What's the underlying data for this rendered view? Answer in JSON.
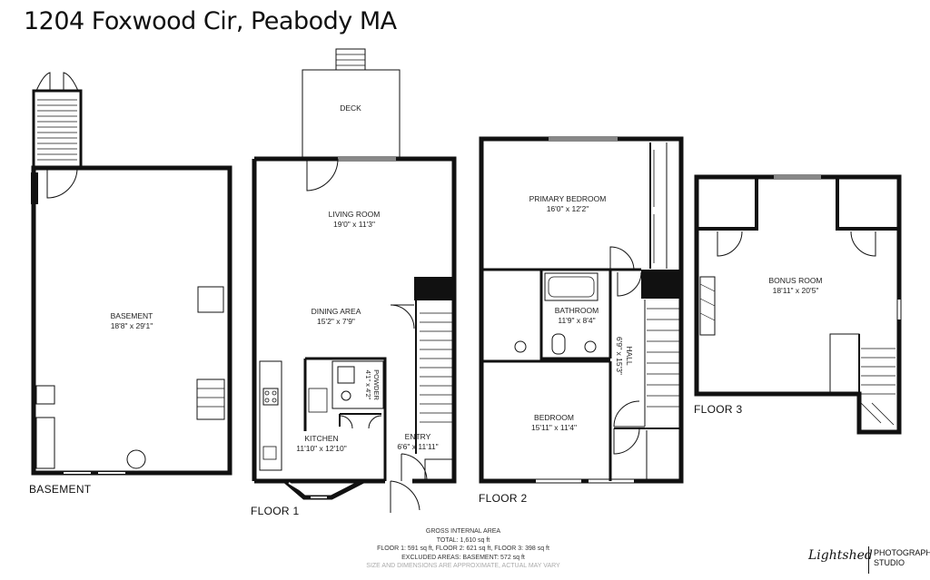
{
  "title": "1204 Foxwood Cir, Peabody MA",
  "floors": {
    "basement": "BASEMENT",
    "floor1": "FLOOR 1",
    "floor2": "FLOOR 2",
    "floor3": "FLOOR 3"
  },
  "rooms": {
    "basement": {
      "name": "BASEMENT",
      "dims": "18'8\" x 29'1\""
    },
    "deck": {
      "name": "DECK"
    },
    "living_room": {
      "name": "LIVING ROOM",
      "dims": "19'0\" x 11'3\""
    },
    "dining_area": {
      "name": "DINING AREA",
      "dims": "15'2\" x 7'9\""
    },
    "powder": {
      "name": "POWDER",
      "dims": "4'1\" x 4'2\""
    },
    "kitchen": {
      "name": "KITCHEN",
      "dims": "11'10\" x 12'10\""
    },
    "entry": {
      "name": "ENTRY",
      "dims": "6'6\" x 11'11\""
    },
    "primary_bedroom": {
      "name": "PRIMARY BEDROOM",
      "dims": "16'0\" x 12'2\""
    },
    "bathroom": {
      "name": "BATHROOM",
      "dims": "11'9\" x 8'4\""
    },
    "hall": {
      "name": "HALL",
      "dims": "6'9\" x 15'3\""
    },
    "bedroom": {
      "name": "BEDROOM",
      "dims": "15'11\" x 11'4\""
    },
    "bonus_room": {
      "name": "BONUS ROOM",
      "dims": "18'11\" x 20'5\""
    }
  },
  "area": {
    "heading": "GROSS INTERNAL AREA",
    "total": "TOTAL: 1,610 sq ft",
    "floors": "FLOOR 1: 591 sq ft, FLOOR 2: 621 sq ft, FLOOR 3: 398 sq ft",
    "excluded": "EXCLUDED AREAS: BASEMENT: 572 sq ft",
    "disclaimer": "SIZE AND DIMENSIONS ARE APPROXIMATE, ACTUAL MAY VARY"
  },
  "brand": {
    "script": "Lightshed",
    "line1": "PHOTOGRAPHY",
    "line2": "STUDIO"
  }
}
